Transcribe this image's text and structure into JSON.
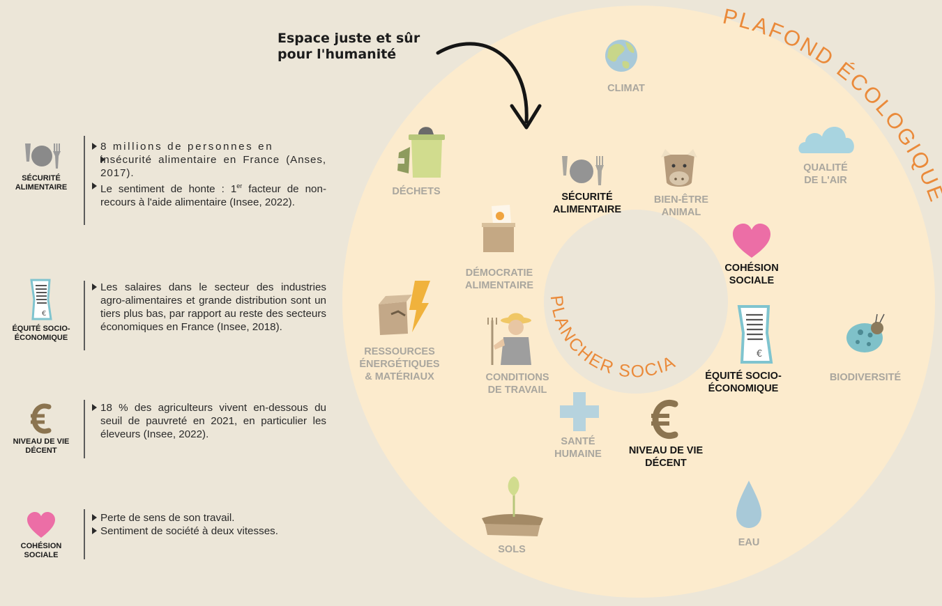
{
  "colors": {
    "background": "#ece6d8",
    "donut_fill": "#fcebcd",
    "accent_orange": "#ea8a3a",
    "label_grey": "#a9a69e",
    "label_dark": "#151515",
    "heart_pink": "#ec6ea6",
    "euro_brown": "#8b7450"
  },
  "diagram": {
    "callout": {
      "line1": "Espace juste et sûr",
      "line2": "pour l'humanité"
    },
    "outer_title": "PLAFOND ÉCOLOGIQUE",
    "inner_title": "PLANCHER SOCIAL",
    "ecological": [
      {
        "icon": "earth-icon",
        "lines": [
          "CLIMAT"
        ]
      },
      {
        "icon": "cloud-icon",
        "lines": [
          "QUALITÉ",
          "DE L'AIR"
        ]
      },
      {
        "icon": "ladybug-icon",
        "lines": [
          "BIODIVERSITÉ"
        ]
      },
      {
        "icon": "water-drop-icon",
        "lines": [
          "EAU"
        ]
      },
      {
        "icon": "sprout-soil-icon",
        "lines": [
          "SOLS"
        ]
      },
      {
        "icon": "energy-box-icon",
        "lines": [
          "RESSOURCES",
          "ÉNERGÉTIQUES",
          "& MATÉRIAUX"
        ]
      },
      {
        "icon": "trash-bin-icon",
        "lines": [
          "DÉCHETS"
        ]
      }
    ],
    "social": [
      {
        "icon": "plate-cutlery-icon",
        "lines": [
          "SÉCURITÉ",
          "ALIMENTAIRE"
        ],
        "highlighted": true
      },
      {
        "icon": "cow-icon",
        "lines": [
          "BIEN-ÊTRE",
          "ANIMAL"
        ],
        "highlighted": false
      },
      {
        "icon": "heart-icon",
        "lines": [
          "COHÉSION",
          "SOCIALE"
        ],
        "highlighted": true
      },
      {
        "icon": "payslip-icon",
        "lines": [
          "ÉQUITÉ SOCIO-",
          "ÉCONOMIQUE"
        ],
        "highlighted": true
      },
      {
        "icon": "euro-icon",
        "lines": [
          "NIVEAU DE VIE",
          "DÉCENT"
        ],
        "highlighted": true
      },
      {
        "icon": "medical-cross-icon",
        "lines": [
          "SANTÉ",
          "HUMAINE"
        ],
        "highlighted": false
      },
      {
        "icon": "farmer-icon",
        "lines": [
          "CONDITIONS",
          "DE TRAVAIL"
        ],
        "highlighted": false
      },
      {
        "icon": "ballot-box-icon",
        "lines": [
          "DÉMOCRATIE",
          "ALIMENTAIRE"
        ],
        "highlighted": false
      }
    ]
  },
  "sidebar": [
    {
      "icon": "plate-cutlery-icon",
      "label": [
        "SÉCURITÉ",
        "ALIMENTAIRE"
      ],
      "bullets": [
        "8 millions de personnes en insécurité alimentaire en France (Anses, 2017).",
        "Le sentiment de honte : 1er facteur de non-recours à l'aide alimentaire (Insee, 2022)."
      ]
    },
    {
      "icon": "payslip-icon",
      "label": [
        "ÉQUITÉ SOCIO-",
        "ÉCONOMIQUE"
      ],
      "bullets": [
        "Les salaires dans le secteur des industries agro-alimentaires et grande distribution sont un tiers plus bas, par rapport au reste des secteurs économiques en France (Insee, 2018)."
      ]
    },
    {
      "icon": "euro-icon",
      "label": [
        "NIVEAU DE VIE",
        "DÉCENT"
      ],
      "bullets": [
        "18 % des agriculteurs vivent en-dessous du seuil de pauvreté en 2021, en particulier les éleveurs (Insee, 2022)."
      ]
    },
    {
      "icon": "heart-icon",
      "label": [
        "COHÉSION",
        "SOCIALE"
      ],
      "bullets": [
        "Perte de sens de son travail.",
        "Sentiment de société à deux vitesses."
      ]
    }
  ]
}
